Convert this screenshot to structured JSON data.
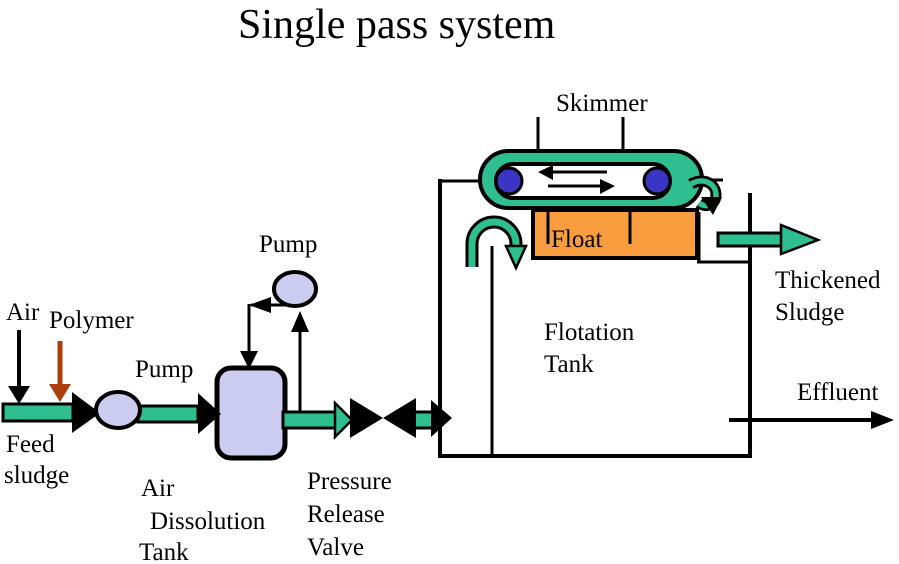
{
  "title": "Single pass system",
  "colors": {
    "flow_green": "#2FBE8F",
    "pulley_blue": "#3B35C6",
    "float_orange": "#F99D3F",
    "equipment_lavender": "#CCCCF0",
    "polymer_brown": "#AA3E0C",
    "line_black": "#000000",
    "belt_inner_white": "#FFFFFF"
  },
  "labels": {
    "skimmer": "Skimmer",
    "float": "Float",
    "flotation_tank_line1": "Flotation",
    "flotation_tank_line2": "Tank",
    "thickened_line1": "Thickened",
    "thickened_line2": "Sludge",
    "effluent": "Effluent",
    "air": "Air",
    "polymer": "Polymer",
    "pump_feed": "Pump",
    "pump_recirculation": "Pump",
    "feed_line1": "Feed",
    "feed_line2": "sludge",
    "adt_line1": "Air",
    "adt_line2": "Dissolution",
    "adt_line3": "Tank",
    "prv_line1": "Pressure",
    "prv_line2": "Release",
    "prv_line3": "Valve"
  }
}
